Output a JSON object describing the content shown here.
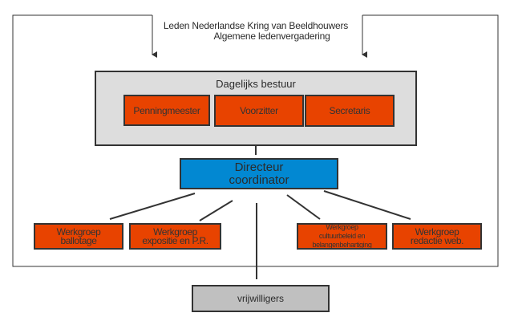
{
  "header": {
    "line1": "Leden  Nederlandse Kring van Beeldhouwers",
    "line2": "Algemene ledenvergadering"
  },
  "board": {
    "label": "Dagelijks bestuur",
    "roles": [
      {
        "label": "Penningmeester"
      },
      {
        "label": "Voorzitter"
      },
      {
        "label": "Secretaris"
      }
    ]
  },
  "director": {
    "line1": "Directeur",
    "line2": "coordinator"
  },
  "workgroups": [
    {
      "line1": "Werkgroep",
      "line2": "ballotage",
      "line3": ""
    },
    {
      "line1": "Werkgroep",
      "line2": "expositie en P.R.",
      "line3": ""
    },
    {
      "line1": "Werkgroep",
      "line2": "cultuurbeleid en",
      "line3": "belangenbehartiging"
    },
    {
      "line1": "Werkgroep",
      "line2": "redactie web.",
      "line3": ""
    }
  ],
  "volunteers": {
    "label": "vrijwilligers"
  },
  "colors": {
    "orange": "#e84300",
    "blue": "#0288d2",
    "board_gray": "#dddddd",
    "volunteer_gray": "#c0c0c0",
    "line": "#333333"
  }
}
